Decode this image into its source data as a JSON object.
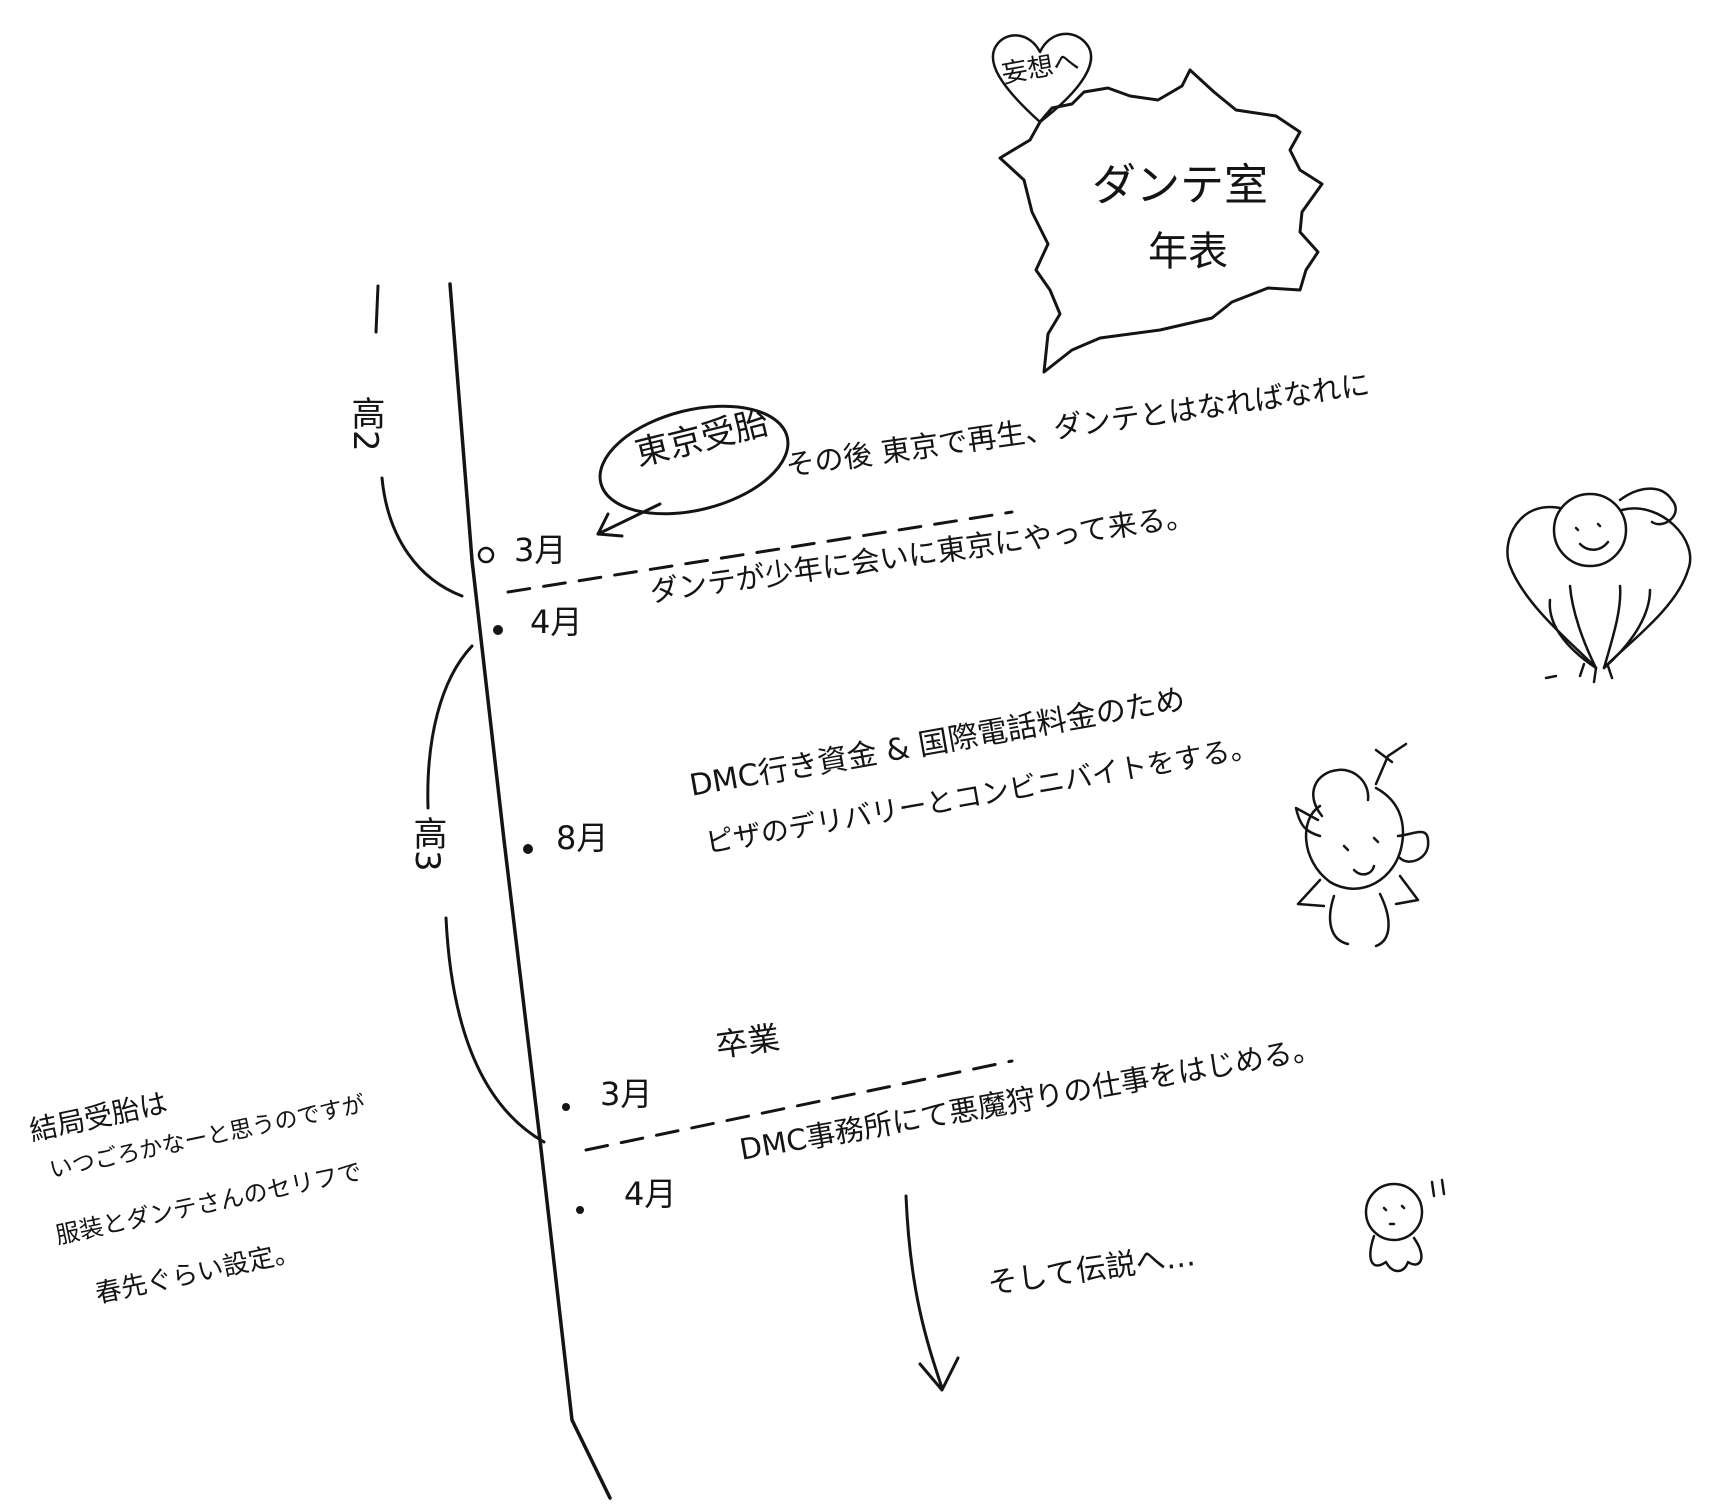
{
  "title": {
    "line1": "ダンテ室",
    "line2": "年表",
    "badge": "妄想へ"
  },
  "grades": {
    "second": "高2",
    "third": "高3"
  },
  "callout": "東京受胎",
  "months": {
    "m1": "3月",
    "m2": "4月",
    "m3": "8月",
    "m4": "3月",
    "m5": "4月"
  },
  "events": {
    "e1": "その後 東京で再生、ダンテとはなればなれに",
    "e2": "ダンテが少年に会いに東京にやって来る。",
    "e3a": "DMC行き資金 & 国際電話料金のため",
    "e3b": "ピザのデリバリーとコンビニバイトをする。",
    "e4": "卒業",
    "e5": "DMC事務所にて悪魔狩りの仕事をはじめる。",
    "e6": "そして伝説へ…"
  },
  "side_note": {
    "l1": "結局受胎は",
    "l2": "いつごろかなーと思うのですが",
    "l3": "服装とダンテさんのセリフで",
    "l4": "春先ぐらい設定。"
  },
  "colors": {
    "ink": "#141414",
    "paper": "#ffffff"
  },
  "icons": [
    "heart-icon",
    "jagged-speech-bubble-icon",
    "bird-doodle-icon",
    "chibi-character-doodle-icon",
    "ghost-doodle-icon",
    "down-arrow-icon"
  ]
}
